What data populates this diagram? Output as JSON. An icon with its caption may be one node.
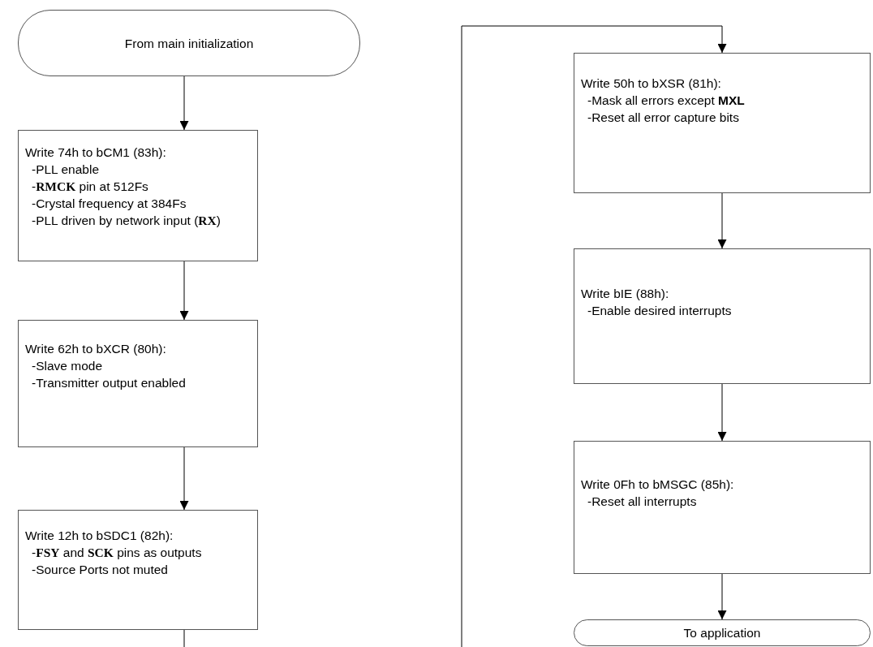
{
  "diagram": {
    "nodes": [
      {
        "text": [
          "From main initialization"
        ]
      },
      {
        "text": [
          "Write 74h to bCM1 (83h):",
          "-PLL enable",
          "-**RMCK** pin at 512Fs",
          "-Crystal frequency at 384Fs",
          "-PLL driven by network input (**RX**)"
        ]
      },
      {
        "text": [
          "Write 62h to bXCR (80h):",
          "-Slave mode",
          "-Transmitter output enabled"
        ]
      },
      {
        "text": [
          "Write 12h to bSDC1 (82h):",
          "-**FSY** and **SCK** pins as outputs",
          "-Source Ports not muted"
        ]
      },
      {
        "text": [
          "Write 50h to bXSR (81h):",
          "-Mask all errors except **MXL**",
          "-Reset all error capture bits"
        ]
      },
      {
        "text": [
          "Write bIE (88h):",
          "-Enable desired interrupts"
        ]
      },
      {
        "text": [
          "Write 0Fh to bMSGC (85h):",
          "-Reset all interrupts"
        ]
      },
      {
        "text": [
          "To application"
        ]
      }
    ],
    "edges": [
      {
        "from": 0,
        "to": 1,
        "arrow": "to"
      },
      {
        "from": 1,
        "to": 2,
        "arrow": "to"
      },
      {
        "from": 2,
        "to": 3,
        "arrow": "to"
      },
      {
        "from": 3,
        "to": null,
        "arrow": "none"
      },
      {
        "from": null,
        "to": 4,
        "arrow": "to"
      },
      {
        "from": 4,
        "to": 5,
        "arrow": "to"
      },
      {
        "from": 5,
        "to": 6,
        "arrow": "to"
      },
      {
        "from": 6,
        "to": 7,
        "arrow": "to"
      }
    ]
  }
}
